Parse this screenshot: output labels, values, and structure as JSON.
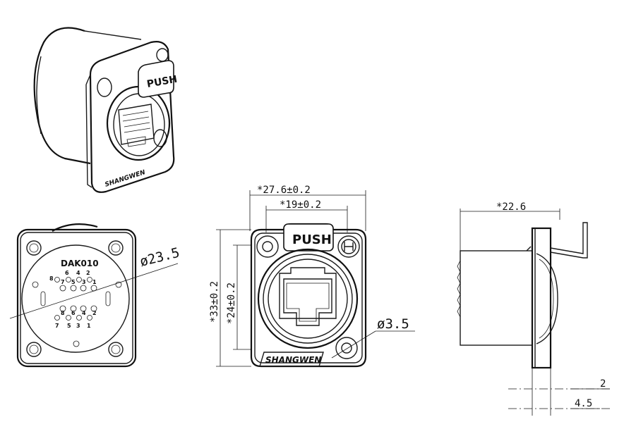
{
  "isometric_view": {
    "push_label": "PUSH",
    "brand_label": "SHANGWEN"
  },
  "back_view": {
    "model_label": "DAK010",
    "pin_row_top": [
      "6",
      "4",
      "2"
    ],
    "pin_row_2": [
      "7",
      "5",
      "3",
      "1"
    ],
    "pin_row_3": [
      "8",
      "6",
      "4",
      "2"
    ],
    "pin_row_bottom": [
      "7",
      "5",
      "1"
    ],
    "pin_extra_left": "8",
    "pin_extra_right": "3",
    "diameter_dim": "ø23.5"
  },
  "front_view": {
    "push_label": "PUSH",
    "brand_label": "SHANGWEN",
    "width_outer_dim": "*27.6±0.2",
    "width_inner_dim": "*19±0.2",
    "height_outer_dim": "*33±0.2",
    "height_inner_dim": "*24±0.2",
    "hole_dim": "ø3.5"
  },
  "side_view": {
    "depth_dim": "*22.6",
    "flange_dim": "2",
    "pin_dim": "4.5"
  }
}
